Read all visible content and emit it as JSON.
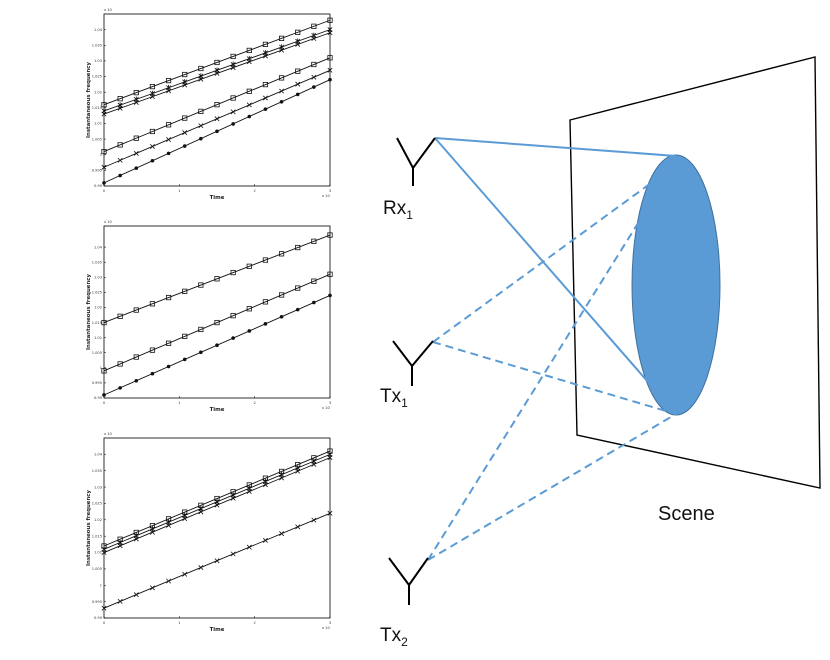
{
  "plots": [
    {
      "xlabel": "Time",
      "ylabel": "Instantaneous frequency",
      "exp_y": "x 10",
      "exp_x": "x 10",
      "xticks": [
        "0",
        "1",
        "2",
        "3"
      ],
      "yticks": [
        "0.99",
        "0.995",
        "1",
        "1.005",
        "1.01",
        "1.015",
        "1.02",
        "1.025",
        "1.03",
        "1.035",
        "1.04"
      ],
      "series": [
        {
          "x": [
            0,
            3
          ],
          "y": [
            0.991,
            1.024
          ],
          "marker": "dot"
        },
        {
          "x": [
            0,
            3
          ],
          "y": [
            0.996,
            1.027
          ],
          "marker": "x"
        },
        {
          "x": [
            0,
            3
          ],
          "y": [
            1.001,
            1.031
          ],
          "marker": "square"
        },
        {
          "x": [
            0,
            3
          ],
          "y": [
            1.013,
            1.039
          ],
          "marker": "x"
        },
        {
          "x": [
            0,
            3
          ],
          "y": [
            1.014,
            1.04
          ],
          "marker": "star"
        },
        {
          "x": [
            0,
            3
          ],
          "y": [
            1.016,
            1.043
          ],
          "marker": "square"
        }
      ],
      "ylim": [
        0.99,
        1.045
      ],
      "xlim": [
        0,
        3
      ]
    },
    {
      "xlabel": "Time",
      "ylabel": "Instantaneous frequency",
      "exp_y": "x 10",
      "exp_x": "x 10",
      "xticks": [
        "0",
        "1",
        "2",
        "3"
      ],
      "yticks": [
        "0.99",
        "0.995",
        "1",
        "1.005",
        "1.01",
        "1.015",
        "1.02",
        "1.025",
        "1.03",
        "1.035",
        "1.04"
      ],
      "series": [
        {
          "x": [
            0,
            3
          ],
          "y": [
            0.991,
            1.024
          ],
          "marker": "dot"
        },
        {
          "x": [
            0,
            3
          ],
          "y": [
            0.999,
            1.031
          ],
          "marker": "square"
        },
        {
          "x": [
            0,
            3
          ],
          "y": [
            1.015,
            1.044
          ],
          "marker": "square"
        }
      ],
      "ylim": [
        0.99,
        1.047
      ],
      "xlim": [
        0,
        3
      ]
    },
    {
      "xlabel": "Time",
      "ylabel": "Instantaneous frequency",
      "exp_y": "x 10",
      "exp_x": "x 10",
      "xticks": [
        "0",
        "1",
        "2",
        "3"
      ],
      "yticks": [
        "0.99",
        "0.995",
        "1",
        "1.005",
        "1.01",
        "1.015",
        "1.02",
        "1.025",
        "1.03",
        "1.035",
        "1.04"
      ],
      "series": [
        {
          "x": [
            0,
            3
          ],
          "y": [
            0.993,
            1.022
          ],
          "marker": "x"
        },
        {
          "x": [
            0,
            3
          ],
          "y": [
            1.01,
            1.039
          ],
          "marker": "x"
        },
        {
          "x": [
            0,
            3
          ],
          "y": [
            1.011,
            1.04
          ],
          "marker": "star"
        },
        {
          "x": [
            0,
            3
          ],
          "y": [
            1.012,
            1.041
          ],
          "marker": "square"
        }
      ],
      "ylim": [
        0.99,
        1.045
      ],
      "xlim": [
        0,
        3
      ]
    }
  ],
  "antennas": {
    "rx1": {
      "main": "Rx",
      "sub": "1"
    },
    "tx1": {
      "main": "Tx",
      "sub": "1"
    },
    "tx2": {
      "main": "Tx",
      "sub": "2"
    }
  },
  "scene_label": "Scene",
  "colors": {
    "target": "#5b9bd5",
    "rays": "#5b9bd5",
    "axes": "#000000",
    "plot_lines": "#111111"
  }
}
